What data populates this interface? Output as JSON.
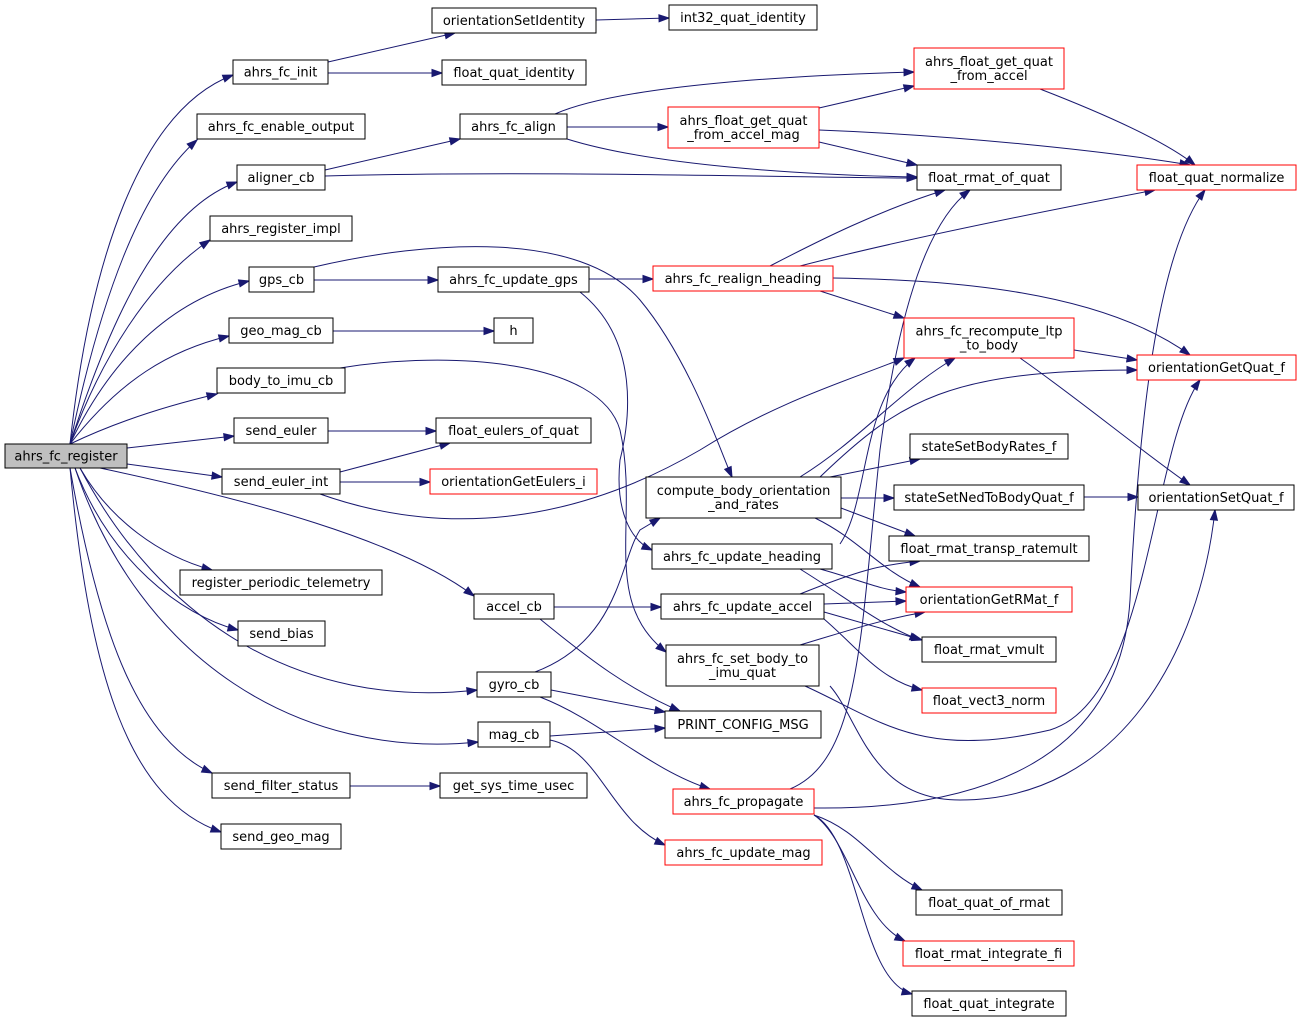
{
  "nodes": {
    "ahrs_fc_register": {
      "lines": [
        "ahrs_fc_register"
      ],
      "style": "root"
    },
    "ahrs_fc_init": {
      "lines": [
        "ahrs_fc_init"
      ],
      "style": "black"
    },
    "ahrs_fc_enable_output": {
      "lines": [
        "ahrs_fc_enable_output"
      ],
      "style": "black"
    },
    "aligner_cb": {
      "lines": [
        "aligner_cb"
      ],
      "style": "black"
    },
    "ahrs_register_impl": {
      "lines": [
        "ahrs_register_impl"
      ],
      "style": "black"
    },
    "gps_cb": {
      "lines": [
        "gps_cb"
      ],
      "style": "black"
    },
    "geo_mag_cb": {
      "lines": [
        "geo_mag_cb"
      ],
      "style": "black"
    },
    "body_to_imu_cb": {
      "lines": [
        "body_to_imu_cb"
      ],
      "style": "black"
    },
    "send_euler": {
      "lines": [
        "send_euler"
      ],
      "style": "black"
    },
    "send_euler_int": {
      "lines": [
        "send_euler_int"
      ],
      "style": "black"
    },
    "register_periodic_telemetry": {
      "lines": [
        "register_periodic_telemetry"
      ],
      "style": "black"
    },
    "send_bias": {
      "lines": [
        "send_bias"
      ],
      "style": "black"
    },
    "send_filter_status": {
      "lines": [
        "send_filter_status"
      ],
      "style": "black"
    },
    "send_geo_mag": {
      "lines": [
        "send_geo_mag"
      ],
      "style": "black"
    },
    "orientationSetIdentity": {
      "lines": [
        "orientationSetIdentity"
      ],
      "style": "black"
    },
    "float_quat_identity": {
      "lines": [
        "float_quat_identity"
      ],
      "style": "black"
    },
    "ahrs_fc_align": {
      "lines": [
        "ahrs_fc_align"
      ],
      "style": "black"
    },
    "ahrs_fc_update_gps": {
      "lines": [
        "ahrs_fc_update_gps"
      ],
      "style": "black"
    },
    "h": {
      "lines": [
        "h"
      ],
      "style": "black"
    },
    "float_eulers_of_quat": {
      "lines": [
        "float_eulers_of_quat"
      ],
      "style": "black"
    },
    "orientationGetEulers_i": {
      "lines": [
        "orientationGetEulers_i"
      ],
      "style": "red"
    },
    "accel_cb": {
      "lines": [
        "accel_cb"
      ],
      "style": "black"
    },
    "gyro_cb": {
      "lines": [
        "gyro_cb"
      ],
      "style": "black"
    },
    "mag_cb": {
      "lines": [
        "mag_cb"
      ],
      "style": "black"
    },
    "get_sys_time_usec": {
      "lines": [
        "get_sys_time_usec"
      ],
      "style": "black"
    },
    "int32_quat_identity": {
      "lines": [
        "int32_quat_identity"
      ],
      "style": "black"
    },
    "ahrs_float_get_quat_from_accel_mag": {
      "lines": [
        "ahrs_float_get_quat",
        "_from_accel_mag"
      ],
      "style": "red"
    },
    "ahrs_fc_realign_heading": {
      "lines": [
        "ahrs_fc_realign_heading"
      ],
      "style": "red"
    },
    "compute_body_orientation_and_rates": {
      "lines": [
        "compute_body_orientation",
        "_and_rates"
      ],
      "style": "black"
    },
    "ahrs_fc_update_heading": {
      "lines": [
        "ahrs_fc_update_heading"
      ],
      "style": "black"
    },
    "ahrs_fc_update_accel": {
      "lines": [
        "ahrs_fc_update_accel"
      ],
      "style": "black"
    },
    "ahrs_fc_set_body_to_imu_quat": {
      "lines": [
        "ahrs_fc_set_body_to",
        "_imu_quat"
      ],
      "style": "black"
    },
    "PRINT_CONFIG_MSG": {
      "lines": [
        "PRINT_CONFIG_MSG"
      ],
      "style": "black"
    },
    "ahrs_fc_propagate": {
      "lines": [
        "ahrs_fc_propagate"
      ],
      "style": "red"
    },
    "ahrs_fc_update_mag": {
      "lines": [
        "ahrs_fc_update_mag"
      ],
      "style": "red"
    },
    "ahrs_float_get_quat_from_accel": {
      "lines": [
        "ahrs_float_get_quat",
        "_from_accel"
      ],
      "style": "red"
    },
    "float_rmat_of_quat": {
      "lines": [
        "float_rmat_of_quat"
      ],
      "style": "black"
    },
    "ahrs_fc_recompute_ltp_to_body": {
      "lines": [
        "ahrs_fc_recompute_ltp",
        "_to_body"
      ],
      "style": "red"
    },
    "stateSetBodyRates_f": {
      "lines": [
        "stateSetBodyRates_f"
      ],
      "style": "black"
    },
    "stateSetNedToBodyQuat_f": {
      "lines": [
        "stateSetNedToBodyQuat_f"
      ],
      "style": "black"
    },
    "float_rmat_transp_ratemult": {
      "lines": [
        "float_rmat_transp_ratemult"
      ],
      "style": "black"
    },
    "orientationGetRMat_f": {
      "lines": [
        "orientationGetRMat_f"
      ],
      "style": "red"
    },
    "float_rmat_vmult": {
      "lines": [
        "float_rmat_vmult"
      ],
      "style": "black"
    },
    "float_vect3_norm": {
      "lines": [
        "float_vect3_norm"
      ],
      "style": "red"
    },
    "float_quat_of_rmat": {
      "lines": [
        "float_quat_of_rmat"
      ],
      "style": "black"
    },
    "float_rmat_integrate_fi": {
      "lines": [
        "float_rmat_integrate_fi"
      ],
      "style": "red"
    },
    "float_quat_integrate": {
      "lines": [
        "float_quat_integrate"
      ],
      "style": "black"
    },
    "float_quat_normalize": {
      "lines": [
        "float_quat_normalize"
      ],
      "style": "red"
    },
    "orientationGetQuat_f": {
      "lines": [
        "orientationGetQuat_f"
      ],
      "style": "red"
    },
    "orientationSetQuat_f": {
      "lines": [
        "orientationSetQuat_f"
      ],
      "style": "black"
    }
  },
  "colors": {
    "edge": "#191970",
    "root_fill": "#bfbfbf",
    "red_border": "#ff0000",
    "black_border": "#000000"
  }
}
